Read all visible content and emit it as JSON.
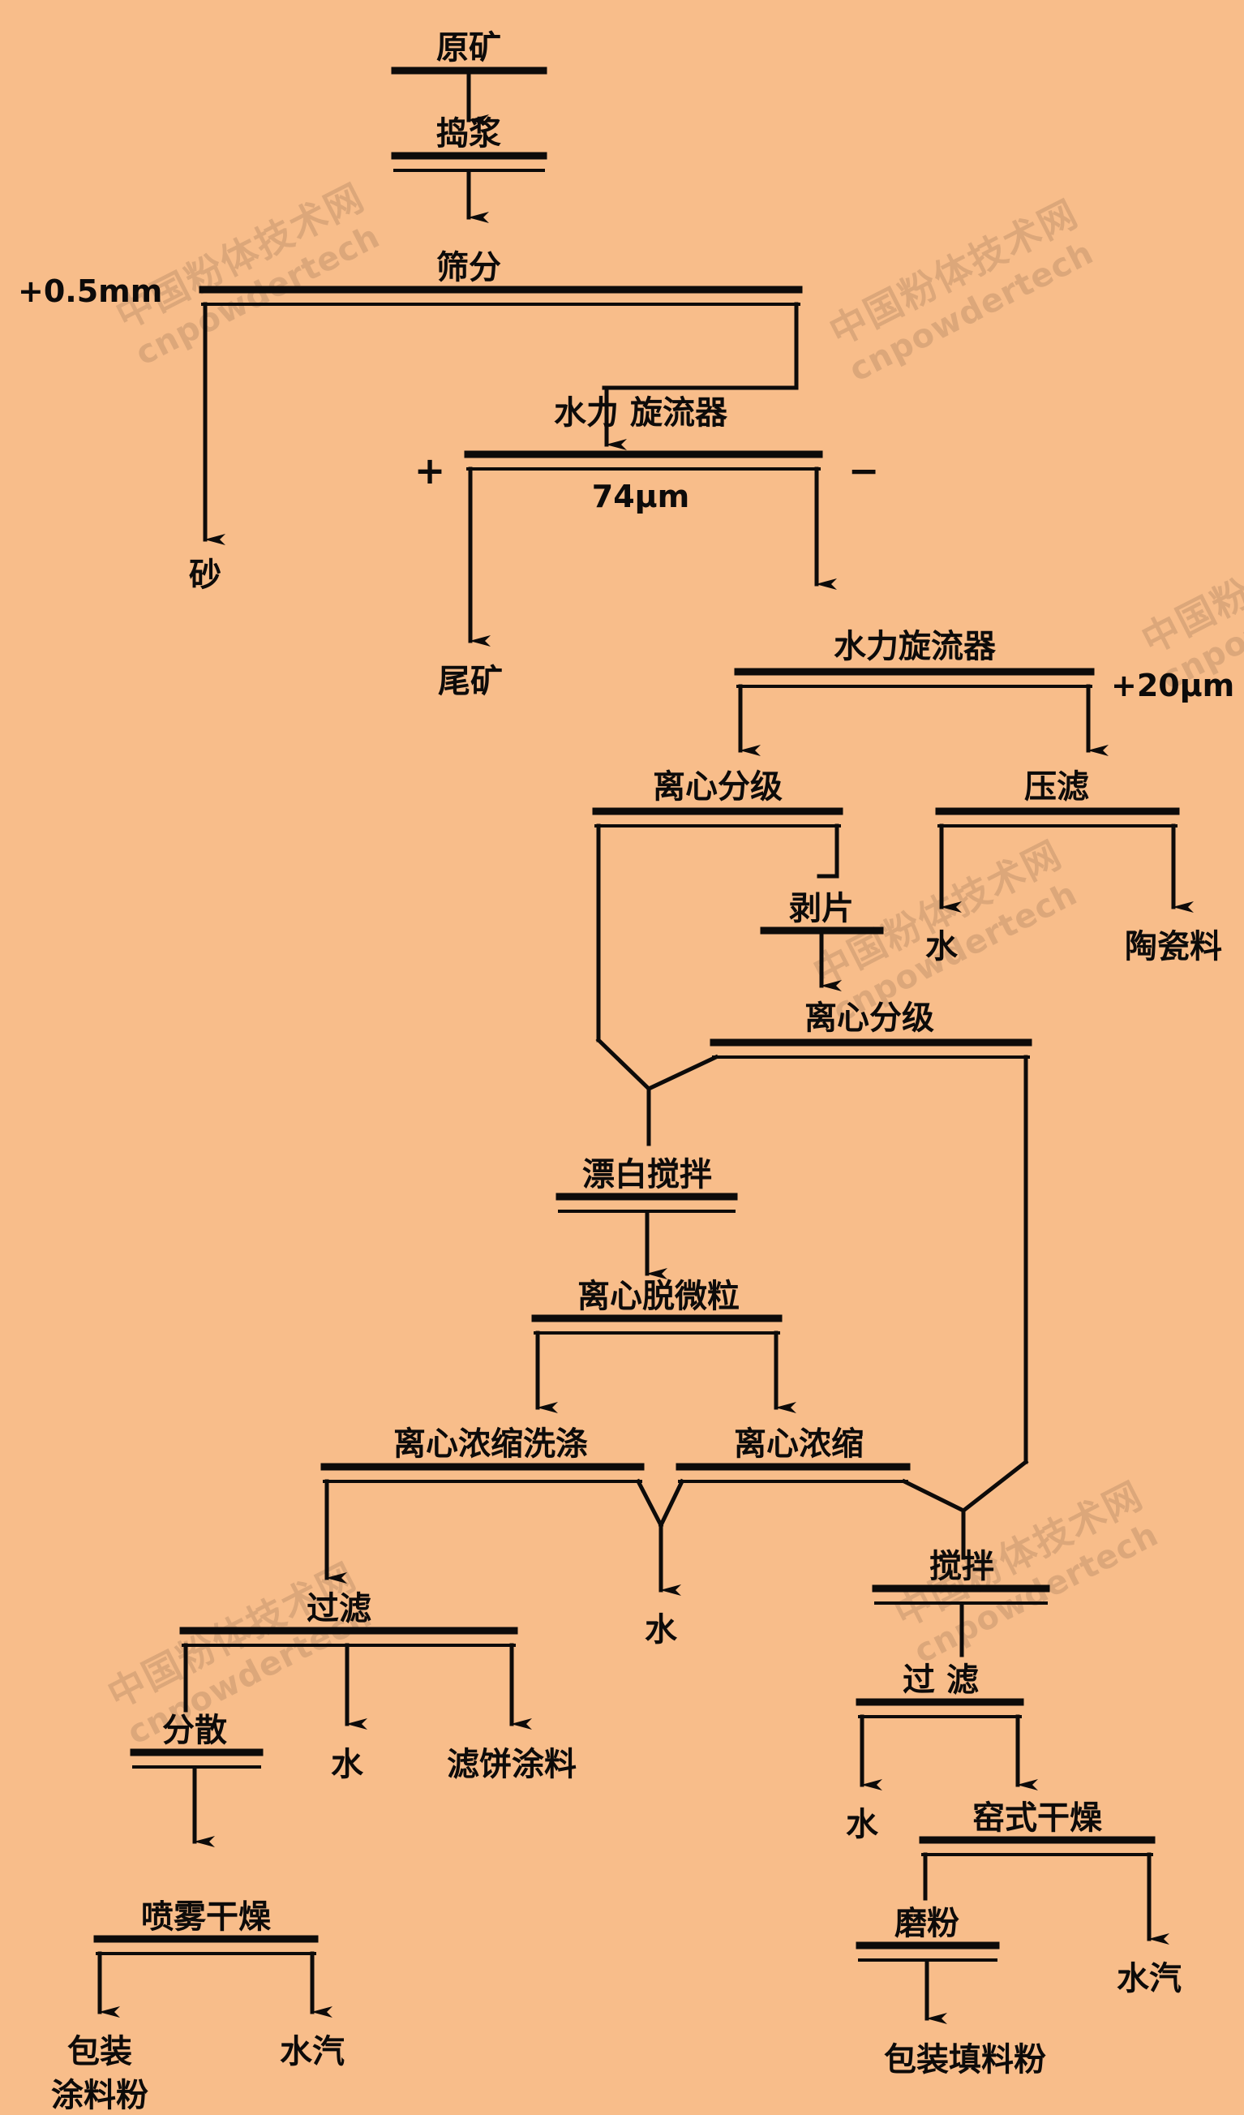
{
  "meta": {
    "title": "高岭土选矿加工工艺流程图",
    "background_color": "#f8bd8a",
    "ink_color": "#0d0b0a"
  },
  "watermark": {
    "line1": "中国粉体技术网",
    "line2": "cnpowdertech",
    "color": "#c4966e"
  },
  "chart_data": {
    "type": "diagram",
    "title": "高岭土选矿加工工艺流程图",
    "nodes": [
      {
        "id": "n1",
        "label": "原矿",
        "kind": "process"
      },
      {
        "id": "n2",
        "label": "捣浆",
        "kind": "process"
      },
      {
        "id": "n3",
        "label": "筛分",
        "kind": "process"
      },
      {
        "id": "n4",
        "label": "砂",
        "kind": "product"
      },
      {
        "id": "n5",
        "label": "水力  旋流器",
        "kind": "process"
      },
      {
        "id": "n6",
        "label": "尾矿",
        "kind": "product"
      },
      {
        "id": "n7",
        "label": "水力旋流器",
        "kind": "process"
      },
      {
        "id": "n8",
        "label": "离心分级",
        "kind": "process"
      },
      {
        "id": "n9",
        "label": "压滤",
        "kind": "process"
      },
      {
        "id": "n10",
        "label": "水",
        "kind": "product"
      },
      {
        "id": "n11",
        "label": "陶瓷料",
        "kind": "product"
      },
      {
        "id": "n12",
        "label": "剥片",
        "kind": "process"
      },
      {
        "id": "n13",
        "label": "离心分级",
        "kind": "process"
      },
      {
        "id": "n14",
        "label": "漂白搅拌",
        "kind": "process"
      },
      {
        "id": "n15",
        "label": "离心脱微粒",
        "kind": "process"
      },
      {
        "id": "n16",
        "label": "离心浓缩洗涤",
        "kind": "process"
      },
      {
        "id": "n17",
        "label": "离心浓缩",
        "kind": "process"
      },
      {
        "id": "n18",
        "label": "水",
        "kind": "product"
      },
      {
        "id": "n19",
        "label": "搅拌",
        "kind": "process"
      },
      {
        "id": "n20",
        "label": "过滤",
        "kind": "process"
      },
      {
        "id": "n21",
        "label": "分散",
        "kind": "process"
      },
      {
        "id": "n22",
        "label": "水",
        "kind": "product"
      },
      {
        "id": "n23",
        "label": "滤饼涂料",
        "kind": "product"
      },
      {
        "id": "n24",
        "label": "过 滤",
        "kind": "process"
      },
      {
        "id": "n25",
        "label": "水",
        "kind": "product"
      },
      {
        "id": "n26",
        "label": "窑式干燥",
        "kind": "process"
      },
      {
        "id": "n27",
        "label": "喷雾干燥",
        "kind": "process"
      },
      {
        "id": "n28",
        "label": "包装",
        "kind": "product"
      },
      {
        "id": "n29",
        "label": "涂料粉",
        "kind": "product"
      },
      {
        "id": "n30",
        "label": "水汽",
        "kind": "product"
      },
      {
        "id": "n31",
        "label": "磨粉",
        "kind": "process"
      },
      {
        "id": "n32",
        "label": "水汽",
        "kind": "product"
      },
      {
        "id": "n33",
        "label": "包装填料粉",
        "kind": "product"
      }
    ],
    "edge_labels": [
      {
        "id": "e1",
        "text": "+0.5mm",
        "from": "筛分",
        "branch": "left"
      },
      {
        "id": "e2",
        "text": "+",
        "from": "水力旋流器",
        "branch": "left"
      },
      {
        "id": "e3",
        "text": "74μm",
        "from": "水力旋流器",
        "branch": "center"
      },
      {
        "id": "e4",
        "text": "−",
        "from": "水力旋流器",
        "branch": "right"
      },
      {
        "id": "e5",
        "text": "+20μm",
        "from": "水力旋流器2",
        "branch": "right"
      }
    ],
    "edges": [
      {
        "from": "原矿",
        "to": "捣浆"
      },
      {
        "from": "捣浆",
        "to": "筛分"
      },
      {
        "from": "筛分",
        "to": "砂",
        "label": "+0.5mm"
      },
      {
        "from": "筛分",
        "to": "水力  旋流器"
      },
      {
        "from": "水力  旋流器",
        "to": "尾矿",
        "label": "+ 74μm"
      },
      {
        "from": "水力  旋流器",
        "to": "水力旋流器",
        "label": "−"
      },
      {
        "from": "水力旋流器",
        "to": "离心分级"
      },
      {
        "from": "水力旋流器",
        "to": "压滤",
        "label": "+20μm"
      },
      {
        "from": "离心分级",
        "to": "漂白搅拌"
      },
      {
        "from": "离心分级",
        "to": "剥片"
      },
      {
        "from": "压滤",
        "to": "水"
      },
      {
        "from": "压滤",
        "to": "陶瓷料"
      },
      {
        "from": "剥片",
        "to": "离心分级2"
      },
      {
        "from": "离心分级2",
        "to": "漂白搅拌"
      },
      {
        "from": "离心分级2",
        "to": "搅拌"
      },
      {
        "from": "漂白搅拌",
        "to": "离心脱微粒"
      },
      {
        "from": "离心脱微粒",
        "to": "离心浓缩洗涤"
      },
      {
        "from": "离心脱微粒",
        "to": "离心浓缩"
      },
      {
        "from": "离心浓缩洗涤",
        "to": "过滤"
      },
      {
        "from": "离心浓缩洗涤",
        "to": "水"
      },
      {
        "from": "离心浓缩",
        "to": "水"
      },
      {
        "from": "离心浓缩",
        "to": "搅拌"
      },
      {
        "from": "搅拌",
        "to": "过 滤"
      },
      {
        "from": "过滤",
        "to": "分散"
      },
      {
        "from": "过滤",
        "to": "水"
      },
      {
        "from": "过滤",
        "to": "滤饼涂料"
      },
      {
        "from": "过 滤",
        "to": "水"
      },
      {
        "from": "过 滤",
        "to": "窑式干燥"
      },
      {
        "from": "分散",
        "to": "喷雾干燥"
      },
      {
        "from": "喷雾干燥",
        "to": "包装涂料粉"
      },
      {
        "from": "喷雾干燥",
        "to": "水汽"
      },
      {
        "from": "窑式干燥",
        "to": "磨粉"
      },
      {
        "from": "窑式干燥",
        "to": "水汽"
      },
      {
        "from": "磨粉",
        "to": "包装填料粉"
      }
    ]
  }
}
